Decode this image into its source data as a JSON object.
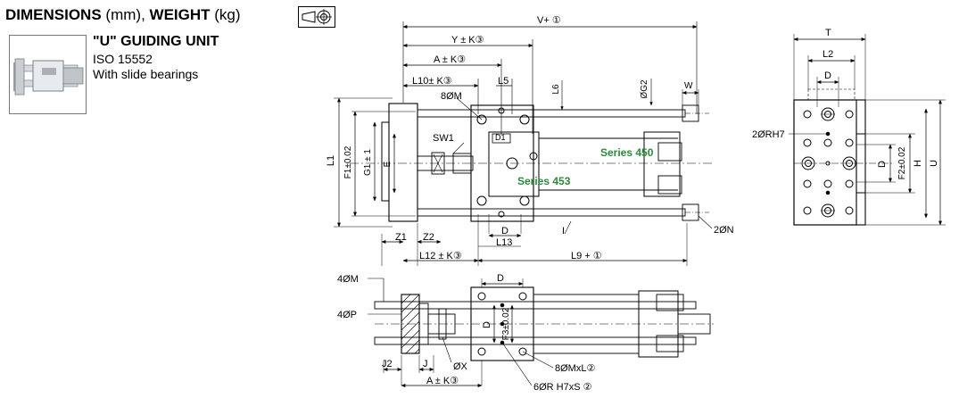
{
  "header": {
    "dims": "DIMENSIONS",
    "dims_unit": "(mm),",
    "weight": "WEIGHT",
    "weight_unit": "(kg)"
  },
  "unit": {
    "title": "\"U\" GUIDING UNIT",
    "iso": "ISO 15552",
    "bearings": "With slide bearings"
  },
  "top_view": {
    "V": "V+ ①",
    "Y": "Y ± K③",
    "A": "A ± K③",
    "L10": "L10± K③",
    "L5": "L5",
    "L6": "L6",
    "G2": "ØG2",
    "W": "W",
    "M8": "8ØM",
    "SW1": "SW1",
    "D1": "D1",
    "series450": "Series 450",
    "series453": "Series 453",
    "L1": "L1",
    "F1": "F1±0.02",
    "G1": "G1 ± 1",
    "E": "E",
    "Z1": "Z1",
    "Z2": "Z2",
    "D": "D",
    "L13": "L13",
    "I": "I",
    "N": "2ØN",
    "L12": "L12 ± K③",
    "L9": "L9 + ①"
  },
  "side_view": {
    "T": "T",
    "L2": "L2",
    "D": "D",
    "R": "2ØRH7",
    "F2": "F2±0.02",
    "D_right": "D",
    "H": "H",
    "U": "U"
  },
  "bottom_view": {
    "M4": "4ØM",
    "P4": "4ØP",
    "D": "D",
    "F3": "F3±0.02",
    "D_left": "D",
    "J2": "J2",
    "J": "J",
    "X": "ØX",
    "ML": "8ØMxL②",
    "A": "A ± K③",
    "R6": "6ØR H7xS ②"
  }
}
